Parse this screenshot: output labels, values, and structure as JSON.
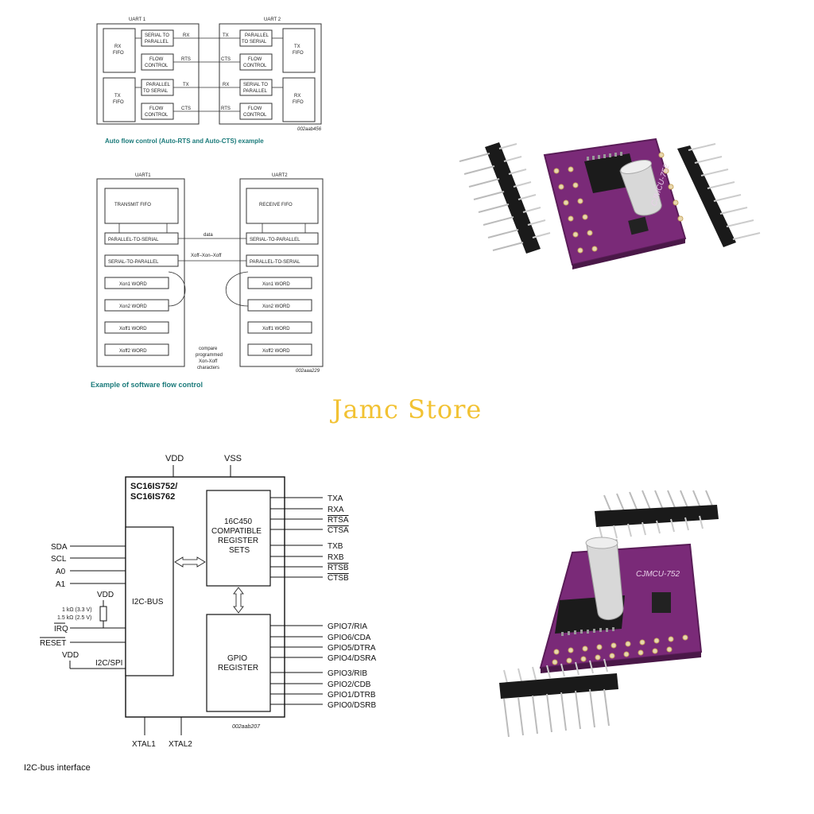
{
  "watermark": "Jamc Store",
  "autoflow": {
    "uart1": "UART 1",
    "uart2": "UART 2",
    "rx_fifo": [
      "RX",
      "FIFO"
    ],
    "tx_fifo": [
      "TX",
      "FIFO"
    ],
    "serial_to_parallel": [
      "SERIAL TO",
      "PARALLEL"
    ],
    "parallel_to_serial": [
      "PARALLEL",
      "TO SERIAL"
    ],
    "flow_control": [
      "FLOW",
      "CONTROL"
    ],
    "rx": "RX",
    "tx": "TX",
    "rts": "RTS",
    "cts": "CTS",
    "code": "002aab456",
    "caption": "Auto flow control (Auto-RTS and Auto-CTS) example"
  },
  "swflow": {
    "uart1": "UART1",
    "uart2": "UART2",
    "transmit_fifo": "TRANSMIT FIFO",
    "receive_fifo": "RECEIVE FIFO",
    "p2s": "PARALLEL-TO-SERIAL",
    "s2p": "SERIAL-TO-PARALLEL",
    "data": "data",
    "xoff_xon": "Xoff–Xon–Xoff",
    "xon1": "Xon1 WORD",
    "xon2": "Xon2 WORD",
    "xoff1": "Xoff1 WORD",
    "xoff2": "Xoff2 WORD",
    "compare": [
      "compare",
      "programmed",
      "Xon-Xoff",
      "characters"
    ],
    "code": "002aaa229",
    "caption": "Example of software flow control"
  },
  "block": {
    "vdd": "VDD",
    "vss": "VSS",
    "chip": [
      "SC16IS752/",
      "SC16IS762"
    ],
    "regs": [
      "16C450",
      "COMPATIBLE",
      "REGISTER",
      "SETS"
    ],
    "i2c_bus": "I2C-BUS",
    "gpio_reg": [
      "GPIO",
      "REGISTER"
    ],
    "left_pins": [
      "SDA",
      "SCL",
      "A0",
      "A1"
    ],
    "pullup_vdd": "VDD",
    "r1": "1 kΩ (3.3 V)",
    "r2": "1.5 kΩ (2.5 V)",
    "irq": "IRQ",
    "reset": "RESET",
    "vdd2": "VDD",
    "i2c_spi": "I2C/SPI",
    "right_pins": [
      "TXA",
      "RXA",
      "RTSA",
      "CTSA",
      "TXB",
      "RXB",
      "RTSB",
      "CTSB"
    ],
    "gpio_pins": [
      "GPIO7/RIA",
      "GPIO6/CDA",
      "GPIO5/DTRA",
      "GPIO4/DSRA",
      "GPIO3/RIB",
      "GPIO2/CDB",
      "GPIO1/DTRB",
      "GPIO0/DSRB"
    ],
    "xtal1": "XTAL1",
    "xtal2": "XTAL2",
    "code": "002aab207",
    "caption": "I2C-bus interface"
  },
  "board_label": "CJMCU-752",
  "colors": {
    "pcb": "#7a2a78",
    "caption_teal": "#1a7a7a",
    "watermark": "#f2c233"
  }
}
